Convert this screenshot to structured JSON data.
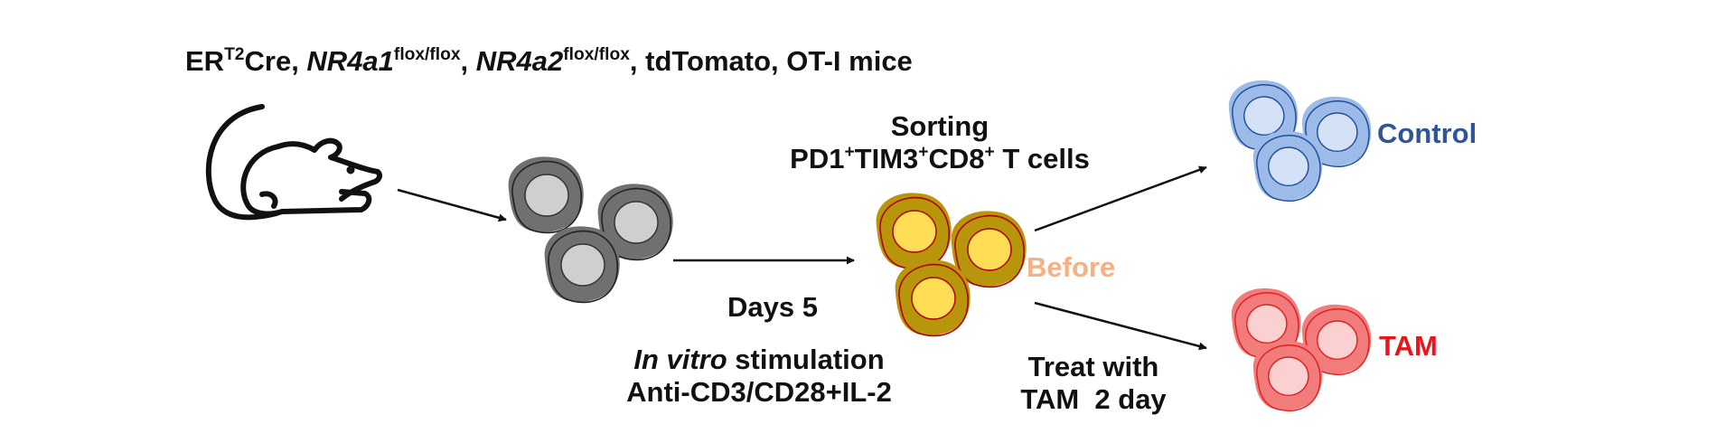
{
  "header": {
    "er": "ER",
    "er_sup": "T2",
    "cre": "Cre, ",
    "gene1": "NR4a1",
    "gene1_sup": "flox/flox",
    "sep1": ", ",
    "gene2": "NR4a2",
    "gene2_sup": "flox/flox",
    "rest": ", tdTomato, OT-I mice"
  },
  "sorting": {
    "line1": "Sorting",
    "pd1": "PD1",
    "tim3": "TIM3",
    "cd8": "CD8",
    "plus": "+",
    "tail": " T cells"
  },
  "days": "Days 5",
  "stimulation": {
    "italic": "In vitro",
    "rest": " stimulation",
    "line2": "Anti-CD3/CD28+IL-2"
  },
  "treat": {
    "line1": "Treat with",
    "line2": "TAM  2 day"
  },
  "labels": {
    "before": "Before",
    "control": "Control",
    "tam": "TAM"
  },
  "colors": {
    "control": "#2f5597",
    "tam": "#e8161b",
    "before": "#f4b183",
    "gray_fill": "#707070",
    "gray_nucleus": "#cfcfcf",
    "gold_fill": "#b8960c",
    "gold_nucleus": "#ffdd55",
    "gold_outline": "#b00000",
    "blue_fill": "#9dbbe8",
    "blue_nucleus": "#d3e2f6",
    "blue_outline": "#1f4e9a",
    "red_fill": "#f27b7b",
    "red_nucleus": "#fbd0d0",
    "red_outline": "#e02020"
  },
  "icons": [
    "mouse-icon",
    "cell-cluster-icon",
    "arrow-icon"
  ]
}
